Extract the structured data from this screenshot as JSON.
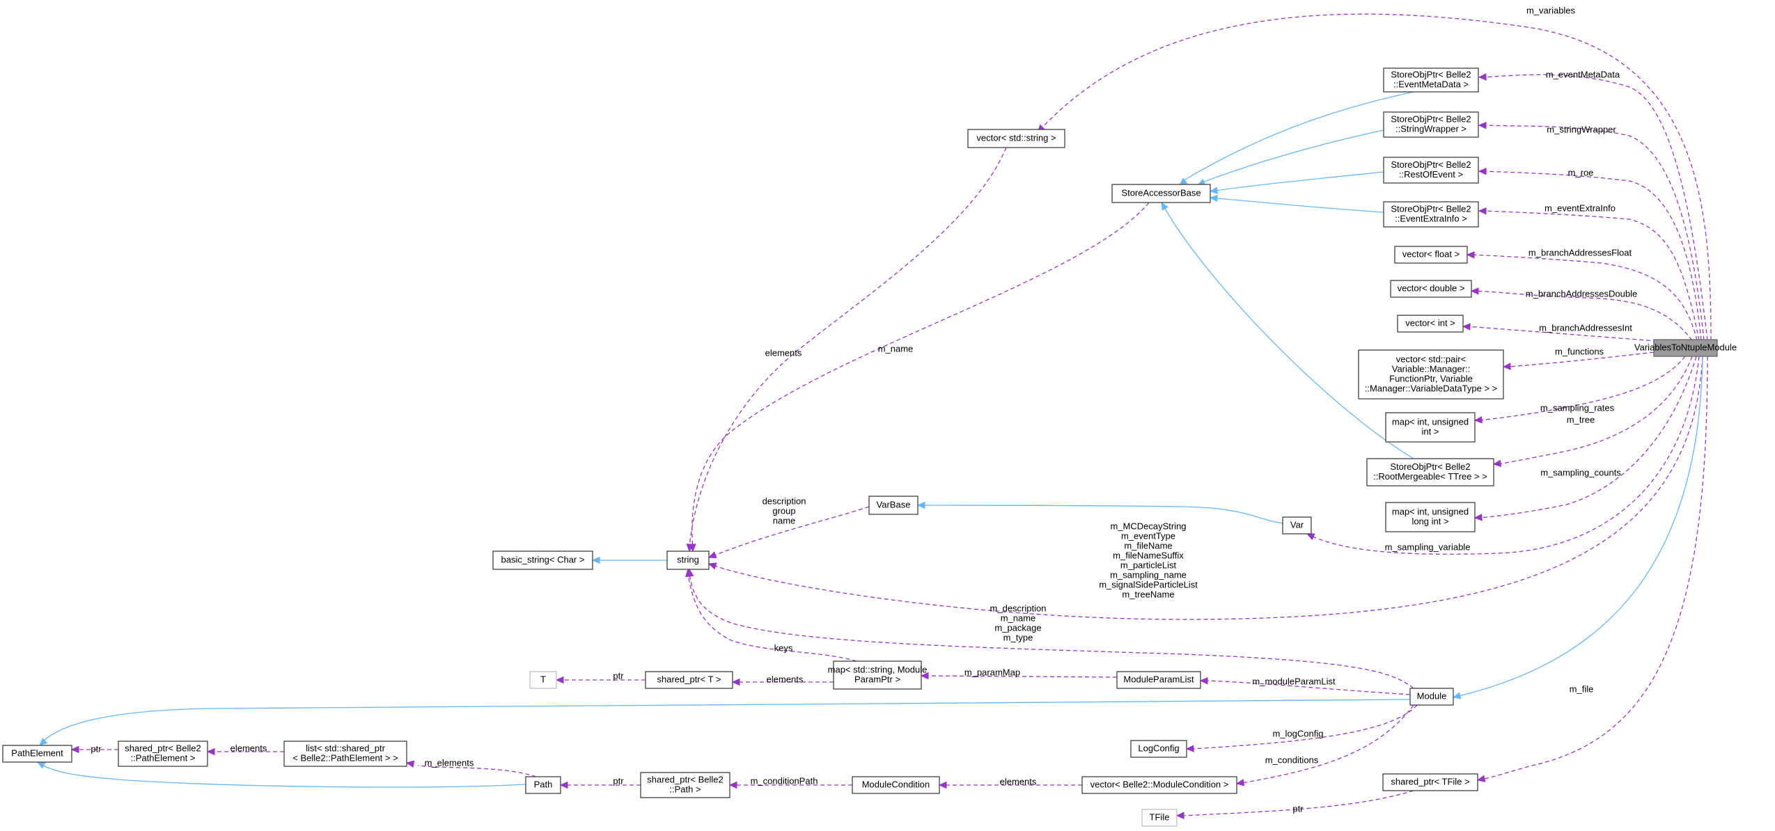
{
  "nodes": [
    {
      "id": "vtnm",
      "lines": [
        "VariablesToNtupleModule"
      ],
      "style": "selected",
      "interactable": true
    },
    {
      "id": "emd",
      "lines": [
        "StoreObjPtr< Belle2",
        "::EventMetaData >"
      ],
      "style": "normal",
      "interactable": true
    },
    {
      "id": "sw",
      "lines": [
        "StoreObjPtr< Belle2",
        "::StringWrapper >"
      ],
      "style": "normal",
      "interactable": true
    },
    {
      "id": "roe",
      "lines": [
        "StoreObjPtr< Belle2",
        "::RestOfEvent >"
      ],
      "style": "normal",
      "interactable": true
    },
    {
      "id": "eei",
      "lines": [
        "StoreObjPtr< Belle2",
        "::EventExtraInfo >"
      ],
      "style": "normal",
      "interactable": true
    },
    {
      "id": "vfloat",
      "lines": [
        "vector< float >"
      ],
      "style": "normal",
      "interactable": true
    },
    {
      "id": "vdouble",
      "lines": [
        "vector< double >"
      ],
      "style": "normal",
      "interactable": true
    },
    {
      "id": "vint",
      "lines": [
        "vector< int >"
      ],
      "style": "normal",
      "interactable": true
    },
    {
      "id": "vpair",
      "lines": [
        "vector< std::pair<",
        "Variable::Manager::",
        "FunctionPtr, Variable",
        "::Manager::VariableDataType > >"
      ],
      "style": "normal",
      "interactable": true
    },
    {
      "id": "mapui",
      "lines": [
        "map< int, unsigned",
        "int >"
      ],
      "style": "normal",
      "interactable": true
    },
    {
      "id": "rm",
      "lines": [
        "StoreObjPtr< Belle2",
        "::RootMergeable< TTree > >"
      ],
      "style": "normal",
      "interactable": true
    },
    {
      "id": "mapuli",
      "lines": [
        "map< int, unsigned",
        "long int >"
      ],
      "style": "normal",
      "interactable": true
    },
    {
      "id": "var",
      "lines": [
        "Var"
      ],
      "style": "normal",
      "interactable": true
    },
    {
      "id": "varbase",
      "lines": [
        "VarBase"
      ],
      "style": "normal",
      "interactable": true
    },
    {
      "id": "sab",
      "lines": [
        "StoreAccessorBase"
      ],
      "style": "normal",
      "interactable": true
    },
    {
      "id": "vstring",
      "lines": [
        "vector< std::string >"
      ],
      "style": "normal",
      "interactable": true
    },
    {
      "id": "string",
      "lines": [
        "string"
      ],
      "style": "normal",
      "interactable": true
    },
    {
      "id": "bstr",
      "lines": [
        "basic_string< Char >"
      ],
      "style": "normal",
      "interactable": true
    },
    {
      "id": "T",
      "lines": [
        "T"
      ],
      "style": "gray",
      "interactable": false
    },
    {
      "id": "spT",
      "lines": [
        "shared_ptr< T >"
      ],
      "style": "normal",
      "interactable": true
    },
    {
      "id": "mapsmp",
      "lines": [
        "map< std::string, Module",
        "ParamPtr >"
      ],
      "style": "normal",
      "interactable": true
    },
    {
      "id": "mpl",
      "lines": [
        "ModuleParamList"
      ],
      "style": "normal",
      "interactable": true
    },
    {
      "id": "module",
      "lines": [
        "Module"
      ],
      "style": "normal",
      "interactable": true
    },
    {
      "id": "pe",
      "lines": [
        "PathElement"
      ],
      "style": "normal",
      "interactable": true
    },
    {
      "id": "sppe",
      "lines": [
        "shared_ptr< Belle2",
        "::PathElement >"
      ],
      "style": "normal",
      "interactable": true
    },
    {
      "id": "lsp",
      "lines": [
        "list< std::shared_ptr",
        "< Belle2::PathElement > >"
      ],
      "style": "normal",
      "interactable": true
    },
    {
      "id": "path",
      "lines": [
        "Path"
      ],
      "style": "normal",
      "interactable": true
    },
    {
      "id": "sppath",
      "lines": [
        "shared_ptr< Belle2",
        "::Path >"
      ],
      "style": "normal",
      "interactable": true
    },
    {
      "id": "mc",
      "lines": [
        "ModuleCondition"
      ],
      "style": "normal",
      "interactable": true
    },
    {
      "id": "vmc",
      "lines": [
        "vector< Belle2::ModuleCondition >"
      ],
      "style": "normal",
      "interactable": true
    },
    {
      "id": "logconfig",
      "lines": [
        "LogConfig"
      ],
      "style": "normal",
      "interactable": true
    },
    {
      "id": "sptfile",
      "lines": [
        "shared_ptr< TFile >"
      ],
      "style": "normal",
      "interactable": true
    },
    {
      "id": "tfile",
      "lines": [
        "TFile"
      ],
      "style": "gray",
      "interactable": false
    }
  ],
  "edges": [
    {
      "id": "e-vars",
      "type": "use",
      "from": "vtnm",
      "to": "vstring",
      "labels": [
        "m_variables"
      ]
    },
    {
      "id": "e-emd",
      "type": "use",
      "from": "vtnm",
      "to": "emd",
      "labels": [
        "m_eventMetaData"
      ]
    },
    {
      "id": "e-sw",
      "type": "use",
      "from": "vtnm",
      "to": "sw",
      "labels": [
        "m_stringWrapper"
      ]
    },
    {
      "id": "e-roe",
      "type": "use",
      "from": "vtnm",
      "to": "roe",
      "labels": [
        "m_roe"
      ]
    },
    {
      "id": "e-eei",
      "type": "use",
      "from": "vtnm",
      "to": "eei",
      "labels": [
        "m_eventExtraInfo"
      ]
    },
    {
      "id": "e-vf",
      "type": "use",
      "from": "vtnm",
      "to": "vfloat",
      "labels": [
        "m_branchAddressesFloat"
      ]
    },
    {
      "id": "e-vd",
      "type": "use",
      "from": "vtnm",
      "to": "vdouble",
      "labels": [
        "m_branchAddressesDouble"
      ]
    },
    {
      "id": "e-vi",
      "type": "use",
      "from": "vtnm",
      "to": "vint",
      "labels": [
        "m_branchAddressesInt"
      ]
    },
    {
      "id": "e-fn",
      "type": "use",
      "from": "vtnm",
      "to": "vpair",
      "labels": [
        "m_functions"
      ]
    },
    {
      "id": "e-sr",
      "type": "use",
      "from": "vtnm",
      "to": "mapui",
      "labels": [
        "m_sampling_rates"
      ]
    },
    {
      "id": "e-tree",
      "type": "use",
      "from": "vtnm",
      "to": "rm",
      "labels": [
        "m_tree"
      ]
    },
    {
      "id": "e-sc",
      "type": "use",
      "from": "vtnm",
      "to": "mapuli",
      "labels": [
        "m_sampling_counts"
      ]
    },
    {
      "id": "e-sv",
      "type": "use",
      "from": "vtnm",
      "to": "var",
      "labels": [
        "m_sampling_variable"
      ]
    },
    {
      "id": "e-str",
      "type": "use",
      "from": "vtnm",
      "to": "string",
      "labels": [
        "m_MCDecayString",
        "m_eventType",
        "m_fileName",
        "m_fileNameSuffix",
        "m_particleList",
        "m_sampling_name",
        "m_signalSideParticleList",
        "m_treeName"
      ]
    },
    {
      "id": "e-file",
      "type": "use",
      "from": "vtnm",
      "to": "sptfile",
      "labels": [
        "m_file"
      ]
    },
    {
      "id": "e-mod",
      "type": "inh",
      "from": "vtnm",
      "to": "module",
      "labels": []
    },
    {
      "id": "e-sab-emd",
      "type": "inh",
      "from": "emd",
      "to": "sab",
      "labels": []
    },
    {
      "id": "e-sab-sw",
      "type": "inh",
      "from": "sw",
      "to": "sab",
      "labels": []
    },
    {
      "id": "e-sab-roe",
      "type": "inh",
      "from": "roe",
      "to": "sab",
      "labels": []
    },
    {
      "id": "e-sab-eei",
      "type": "inh",
      "from": "eei",
      "to": "sab",
      "labels": []
    },
    {
      "id": "e-sab-rm",
      "type": "inh",
      "from": "rm",
      "to": "sab",
      "labels": []
    },
    {
      "id": "e-name",
      "type": "use",
      "from": "sab",
      "to": "string",
      "labels": [
        "m_name"
      ]
    },
    {
      "id": "e-elem",
      "type": "use",
      "from": "vstring",
      "to": "string",
      "labels": [
        "elements"
      ]
    },
    {
      "id": "e-vb",
      "type": "use",
      "from": "varbase",
      "to": "string",
      "labels": [
        "description",
        "group",
        "name"
      ]
    },
    {
      "id": "e-var-vb",
      "type": "inh",
      "from": "var",
      "to": "varbase",
      "labels": []
    },
    {
      "id": "e-bstr",
      "type": "inh",
      "from": "string",
      "to": "bstr",
      "labels": []
    },
    {
      "id": "e-moddesc",
      "type": "use",
      "from": "module",
      "to": "string",
      "labels": [
        "m_description",
        "m_name",
        "m_package",
        "m_type"
      ]
    },
    {
      "id": "e-keys",
      "type": "use",
      "from": "mapsmp",
      "to": "string",
      "labels": [
        "keys"
      ]
    },
    {
      "id": "e-spT",
      "type": "use",
      "from": "spT",
      "to": "T",
      "labels": [
        "ptr"
      ]
    },
    {
      "id": "e-mapel",
      "type": "use",
      "from": "mapsmp",
      "to": "spT",
      "labels": [
        "elements"
      ]
    },
    {
      "id": "e-pm",
      "type": "use",
      "from": "mpl",
      "to": "mapsmp",
      "labels": [
        "m_paramMap"
      ]
    },
    {
      "id": "e-mpl",
      "type": "use",
      "from": "module",
      "to": "mpl",
      "labels": [
        "m_moduleParamList"
      ]
    },
    {
      "id": "e-mod-pe",
      "type": "inh",
      "from": "module",
      "to": "pe",
      "labels": []
    },
    {
      "id": "e-sppe",
      "type": "use",
      "from": "sppe",
      "to": "pe",
      "labels": [
        "ptr"
      ]
    },
    {
      "id": "e-lsp",
      "type": "use",
      "from": "lsp",
      "to": "sppe",
      "labels": [
        "elements"
      ]
    },
    {
      "id": "e-pathel",
      "type": "use",
      "from": "path",
      "to": "lsp",
      "labels": [
        "m_elements"
      ]
    },
    {
      "id": "e-path-pe",
      "type": "inh",
      "from": "path",
      "to": "pe",
      "labels": []
    },
    {
      "id": "e-sppath",
      "type": "use",
      "from": "sppath",
      "to": "path",
      "labels": [
        "ptr"
      ]
    },
    {
      "id": "e-cp",
      "type": "use",
      "from": "mc",
      "to": "sppath",
      "labels": [
        "m_conditionPath"
      ]
    },
    {
      "id": "e-vmc",
      "type": "use",
      "from": "vmc",
      "to": "mc",
      "labels": [
        "elements"
      ]
    },
    {
      "id": "e-cond",
      "type": "use",
      "from": "module",
      "to": "vmc",
      "labels": [
        "m_conditions"
      ]
    },
    {
      "id": "e-log",
      "type": "use",
      "from": "module",
      "to": "logconfig",
      "labels": [
        "m_logConfig"
      ]
    },
    {
      "id": "e-tfile",
      "type": "use",
      "from": "sptfile",
      "to": "tfile",
      "labels": [
        "ptr"
      ]
    }
  ]
}
